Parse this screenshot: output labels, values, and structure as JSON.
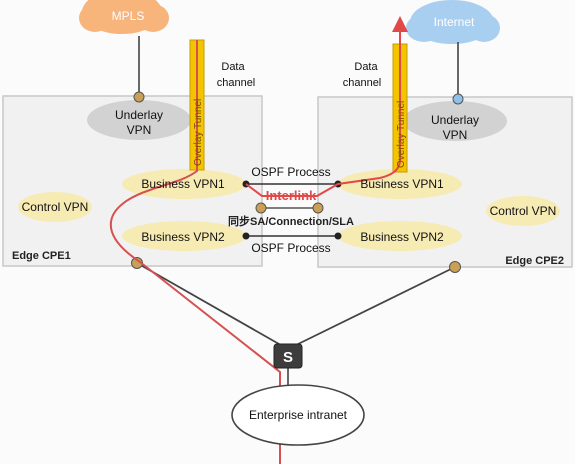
{
  "clouds": {
    "mpls": "MPLS",
    "internet": "Internet"
  },
  "data_channel_left": [
    "Data",
    "channel"
  ],
  "data_channel_right": [
    "Data",
    "channel"
  ],
  "overlay_tunnel": "Overlay Tunnel",
  "underlay_vpn": [
    "Underlay",
    "VPN"
  ],
  "edge_cpe1": "Edge CPE1",
  "edge_cpe2": "Edge CPE2",
  "control_vpn": "Control VPN",
  "business_vpn1": "Business VPN1",
  "business_vpn2": "Business VPN2",
  "ospf_process": "OSPF Process",
  "interlink": "Interlink",
  "sync_label": "同步SA/Connection/SLA",
  "switch_glyph": "S",
  "enterprise_intranet": "Enterprise intranet",
  "colors": {
    "cloud_orange": "#f7b47b",
    "cloud_blue": "#a9cff0",
    "tunnel": "#f5c400",
    "vpn_fill": "#f7ebb4",
    "underlay_fill": "#d2d2d2",
    "red_path": "#d55050"
  }
}
